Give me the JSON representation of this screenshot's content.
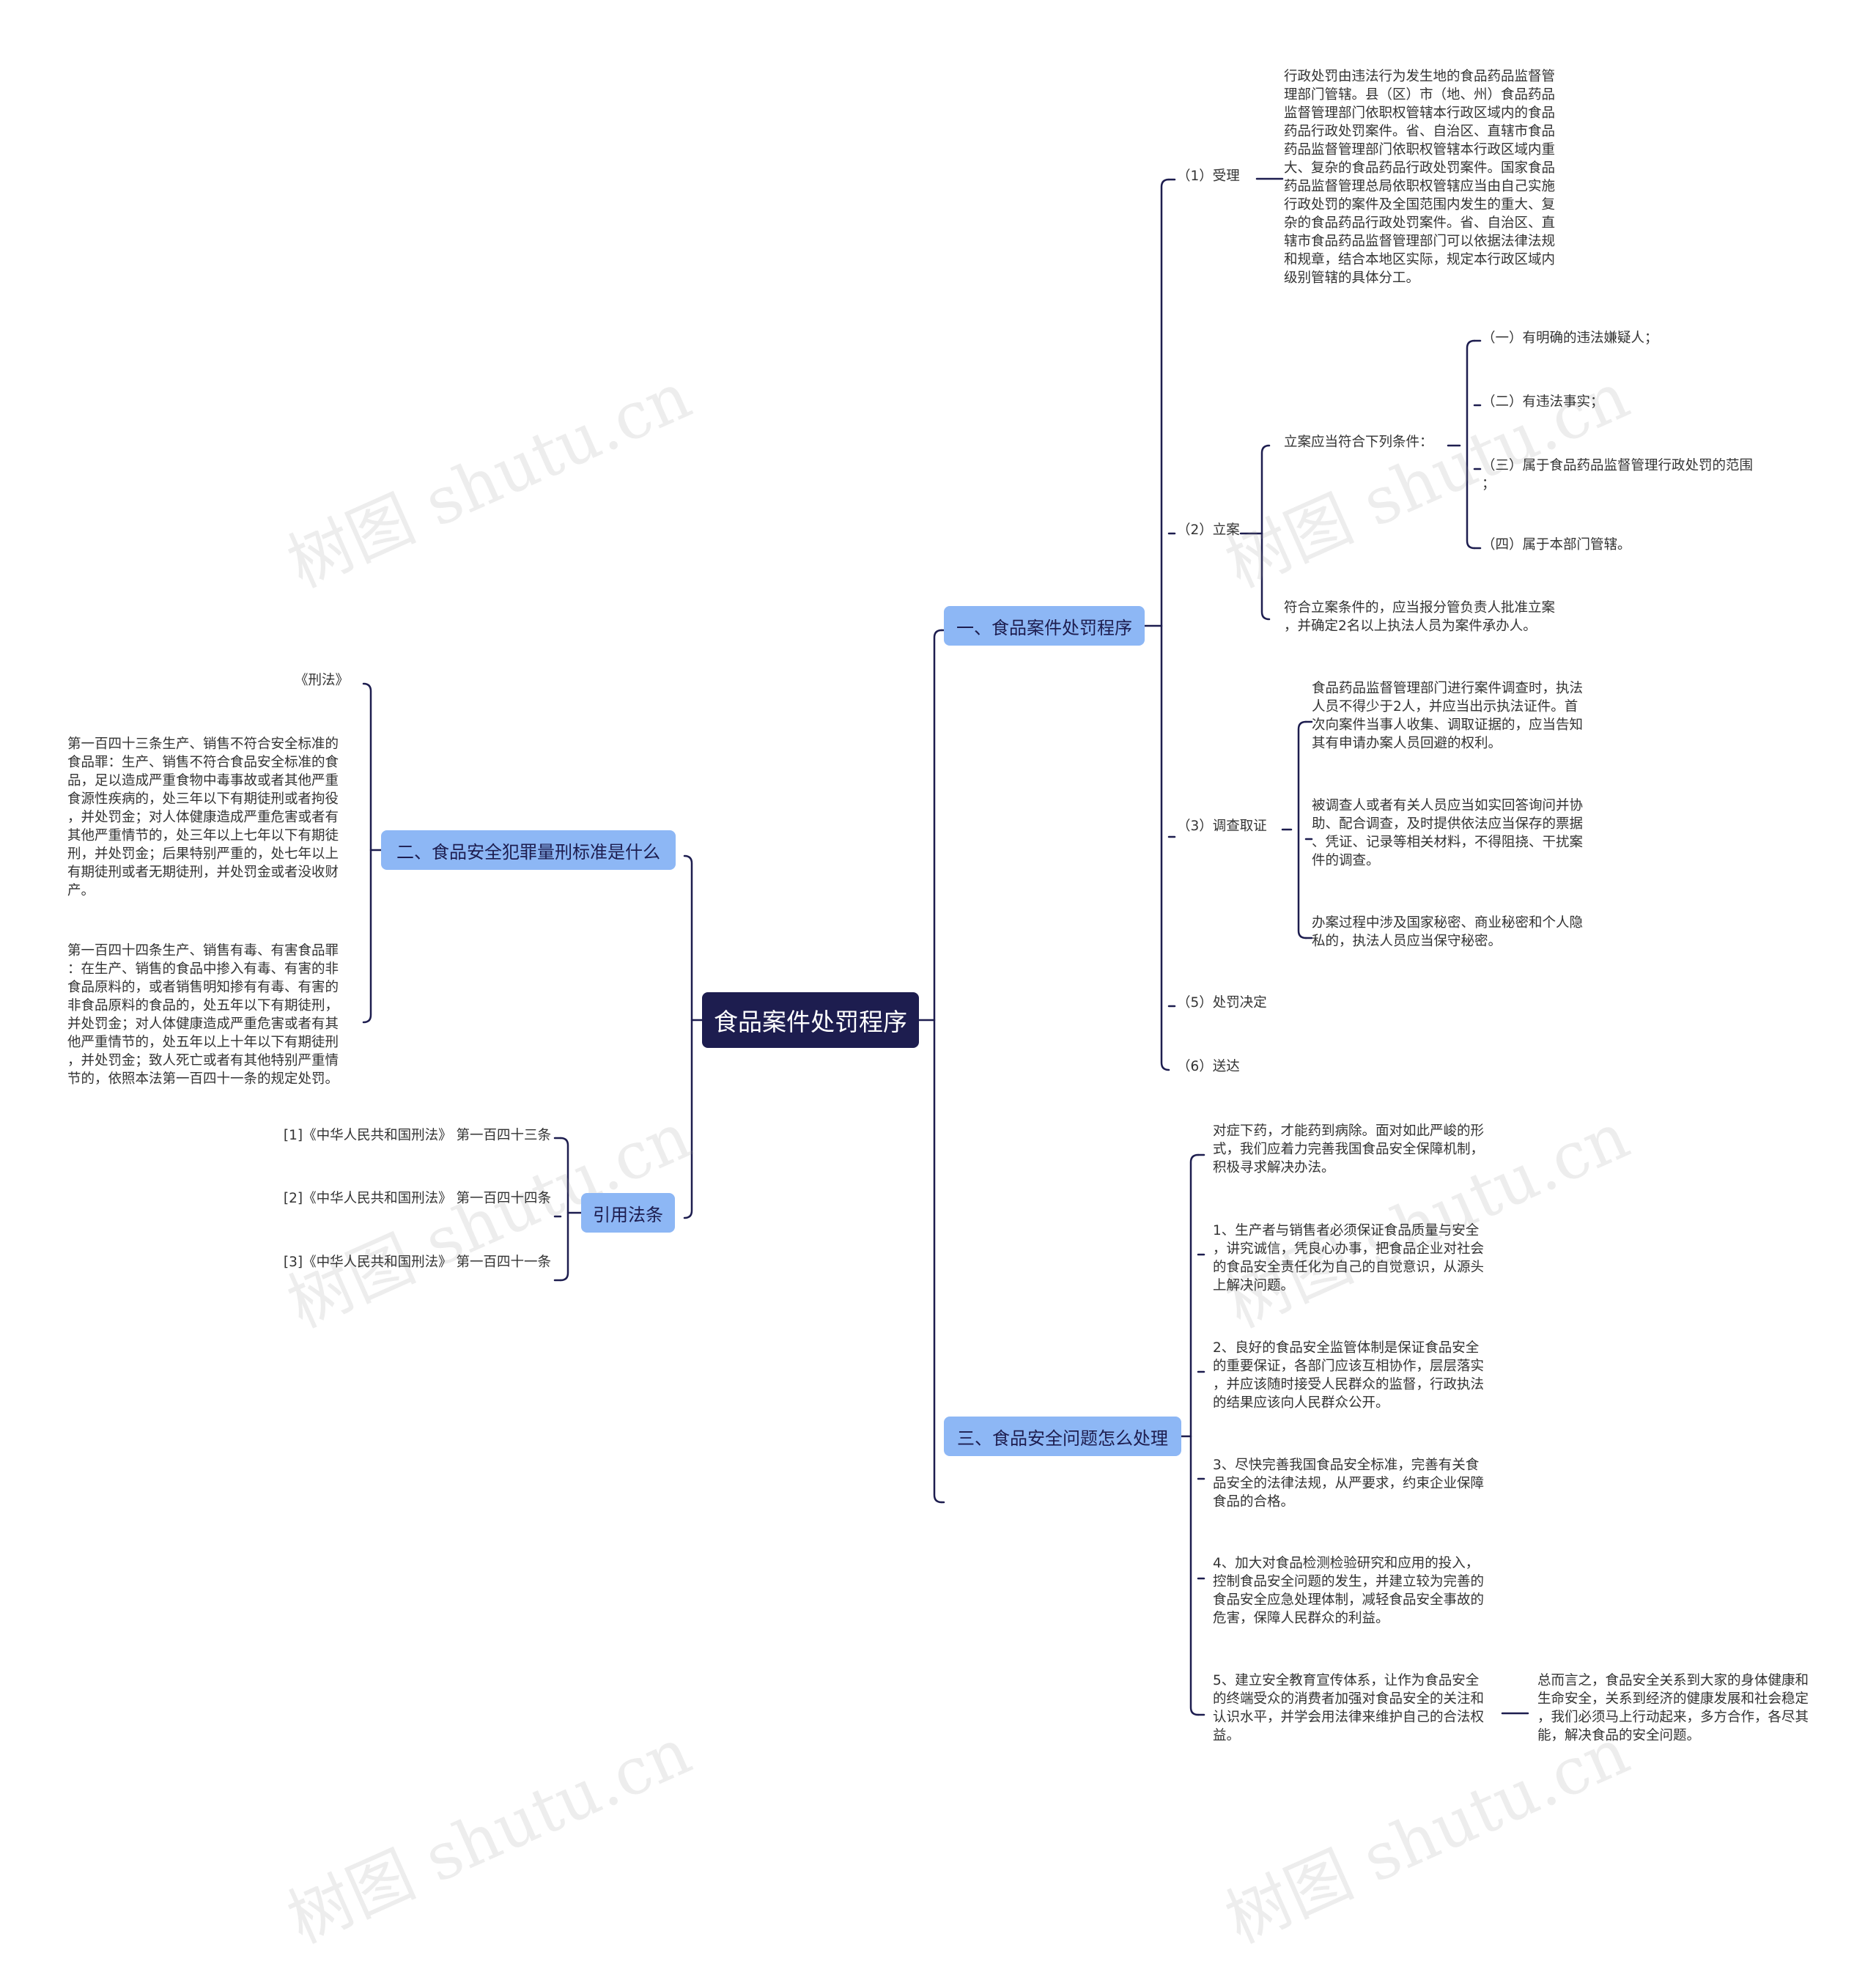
{
  "root": "食品案件处罚程序",
  "b1": {
    "title": "一、食品案件处罚程序",
    "s1": {
      "label": "（1）受理",
      "text": "行政处罚由违法行为发生地的食品药品监督管\n理部门管辖。县（区）市（地、州）食品药品\n监督管理部门依职权管辖本行政区域内的食品\n药品行政处罚案件。省、自治区、直辖市食品\n药品监督管理部门依职权管辖本行政区域内重\n大、复杂的食品药品行政处罚案件。国家食品\n药品监督管理总局依职权管辖应当由自己实施\n行政处罚的案件及全国范围内发生的重大、复\n杂的食品药品行政处罚案件。省、自治区、直\n辖市食品药品监督管理部门可以依据法律法规\n和规章，结合本地区实际，规定本行政区域内\n级别管辖的具体分工。"
    },
    "s2": {
      "label": "（2）立案",
      "cond_label": "立案应当符合下列条件：",
      "conds": [
        "（一）有明确的违法嫌疑人；",
        "（二）有违法事实；",
        "（三）属于食品药品监督管理行政处罚的范围\n；",
        "（四）属于本部门管辖。"
      ],
      "approve": "符合立案条件的，应当报分管负责人批准立案\n，并确定2名以上执法人员为案件承办人。"
    },
    "s3": {
      "label": "（3）调查取证",
      "items": [
        "食品药品监督管理部门进行案件调查时，执法\n人员不得少于2人，并应当出示执法证件。首\n次向案件当事人收集、调取证据的，应当告知\n其有申请办案人员回避的权利。",
        "被调查人或者有关人员应当如实回答询问并协\n助、配合调查，及时提供依法应当保存的票据\n、凭证、记录等相关材料，不得阻挠、干扰案\n件的调查。",
        "办案过程中涉及国家秘密、商业秘密和个人隐\n私的，执法人员应当保守秘密。"
      ]
    },
    "s5": "（5）处罚决定",
    "s6": "（6）送达"
  },
  "b2": {
    "title": "二、食品安全犯罪量刑标准是什么",
    "items": [
      "《刑法》",
      "第一百四十三条生产、销售不符合安全标准的\n食品罪：生产、销售不符合食品安全标准的食\n品，足以造成严重食物中毒事故或者其他严重\n食源性疾病的，处三年以下有期徒刑或者拘役\n，并处罚金；对人体健康造成严重危害或者有\n其他严重情节的，处三年以上七年以下有期徒\n刑，并处罚金；后果特别严重的，处七年以上\n有期徒刑或者无期徒刑，并处罚金或者没收财\n产。",
      "第一百四十四条生产、销售有毒、有害食品罪\n：在生产、销售的食品中掺入有毒、有害的非\n食品原料的，或者销售明知掺有有毒、有害的\n非食品原料的食品的，处五年以下有期徒刑，\n并处罚金；对人体健康造成严重危害或者有其\n他严重情节的，处五年以上十年以下有期徒刑\n，并处罚金；致人死亡或者有其他特别严重情\n节的，依照本法第一百四十一条的规定处罚。"
    ]
  },
  "b3": {
    "title": "引用法条",
    "items": [
      "[1]《中华人民共和国刑法》 第一百四十三条",
      "[2]《中华人民共和国刑法》 第一百四十四条",
      "[3]《中华人民共和国刑法》 第一百四十一条"
    ]
  },
  "b4": {
    "title": "三、食品安全问题怎么处理",
    "items": [
      "对症下药，才能药到病除。面对如此严峻的形\n式，我们应着力完善我国食品安全保障机制，\n积极寻求解决办法。",
      "1、生产者与销售者必须保证食品质量与安全\n，讲究诚信，凭良心办事，把食品企业对社会\n的食品安全责任化为自己的自觉意识，从源头\n上解决问题。",
      "2、良好的食品安全监管体制是保证食品安全\n的重要保证，各部门应该互相协作，层层落实\n，并应该随时接受人民群众的监督，行政执法\n的结果应该向人民群众公开。",
      "3、尽快完善我国食品安全标准，完善有关食\n品安全的法律法规，从严要求，约束企业保障\n食品的合格。",
      "4、加大对食品检测检验研究和应用的投入，\n控制食品安全问题的发生，并建立较为完善的\n食品安全应急处理体制，减轻食品安全事故的\n危害，保障人民群众的利益。",
      "5、建立安全教育宣传体系，让作为食品安全\n的终端受众的消费者加强对食品安全的关注和\n认识水平，并学会用法律来维护自己的合法权\n益。"
    ],
    "summary": "总而言之，食品安全关系到大家的身体健康和\n生命安全，关系到经济的健康发展和社会稳定\n，我们必须马上行动起来，多方合作，各尽其\n能，解决食品的安全问题。"
  },
  "watermark": "树图 shutu.cn",
  "colors": {
    "root": "#1d1d4f",
    "branch": "#8db7f5",
    "line": "#1d1d4f",
    "text": "#333333"
  }
}
